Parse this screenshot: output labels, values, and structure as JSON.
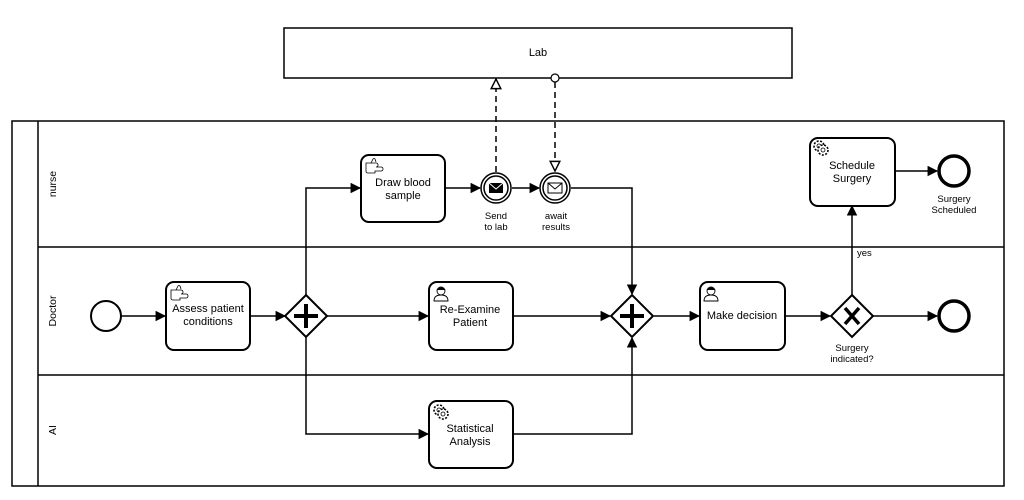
{
  "pool_lab": {
    "label": "Lab"
  },
  "lanes": [
    {
      "label": "nurse"
    },
    {
      "label": "Doctor"
    },
    {
      "label": "AI"
    }
  ],
  "tasks": {
    "assess": {
      "lines": [
        "Assess patient",
        "conditions"
      ],
      "icon": "manual-task-icon"
    },
    "draw_blood": {
      "lines": [
        "Draw blood",
        "sample"
      ],
      "icon": "manual-task-icon"
    },
    "reexamine": {
      "lines": [
        "Re-Examine",
        "Patient"
      ],
      "icon": "user-task-icon"
    },
    "statistical": {
      "lines": [
        "Statistical",
        "Analysis"
      ],
      "icon": "service-task-icon"
    },
    "make_decision": {
      "lines": [
        "Make decision"
      ],
      "icon": "user-task-icon"
    },
    "schedule": {
      "lines": [
        "Schedule",
        "Surgery"
      ],
      "icon": "service-task-icon"
    }
  },
  "events": {
    "send": {
      "lines": [
        "Send",
        "to lab"
      ],
      "icon": "envelope-filled-icon"
    },
    "await": {
      "lines": [
        "await",
        "results"
      ],
      "icon": "envelope-outline-icon"
    },
    "end_scheduled": {
      "lines": [
        "Surgery",
        "Scheduled"
      ]
    }
  },
  "gateways": {
    "xor": {
      "lines": [
        "Surgery",
        "indicated?"
      ]
    }
  },
  "flow_labels": {
    "yes": "yes"
  }
}
